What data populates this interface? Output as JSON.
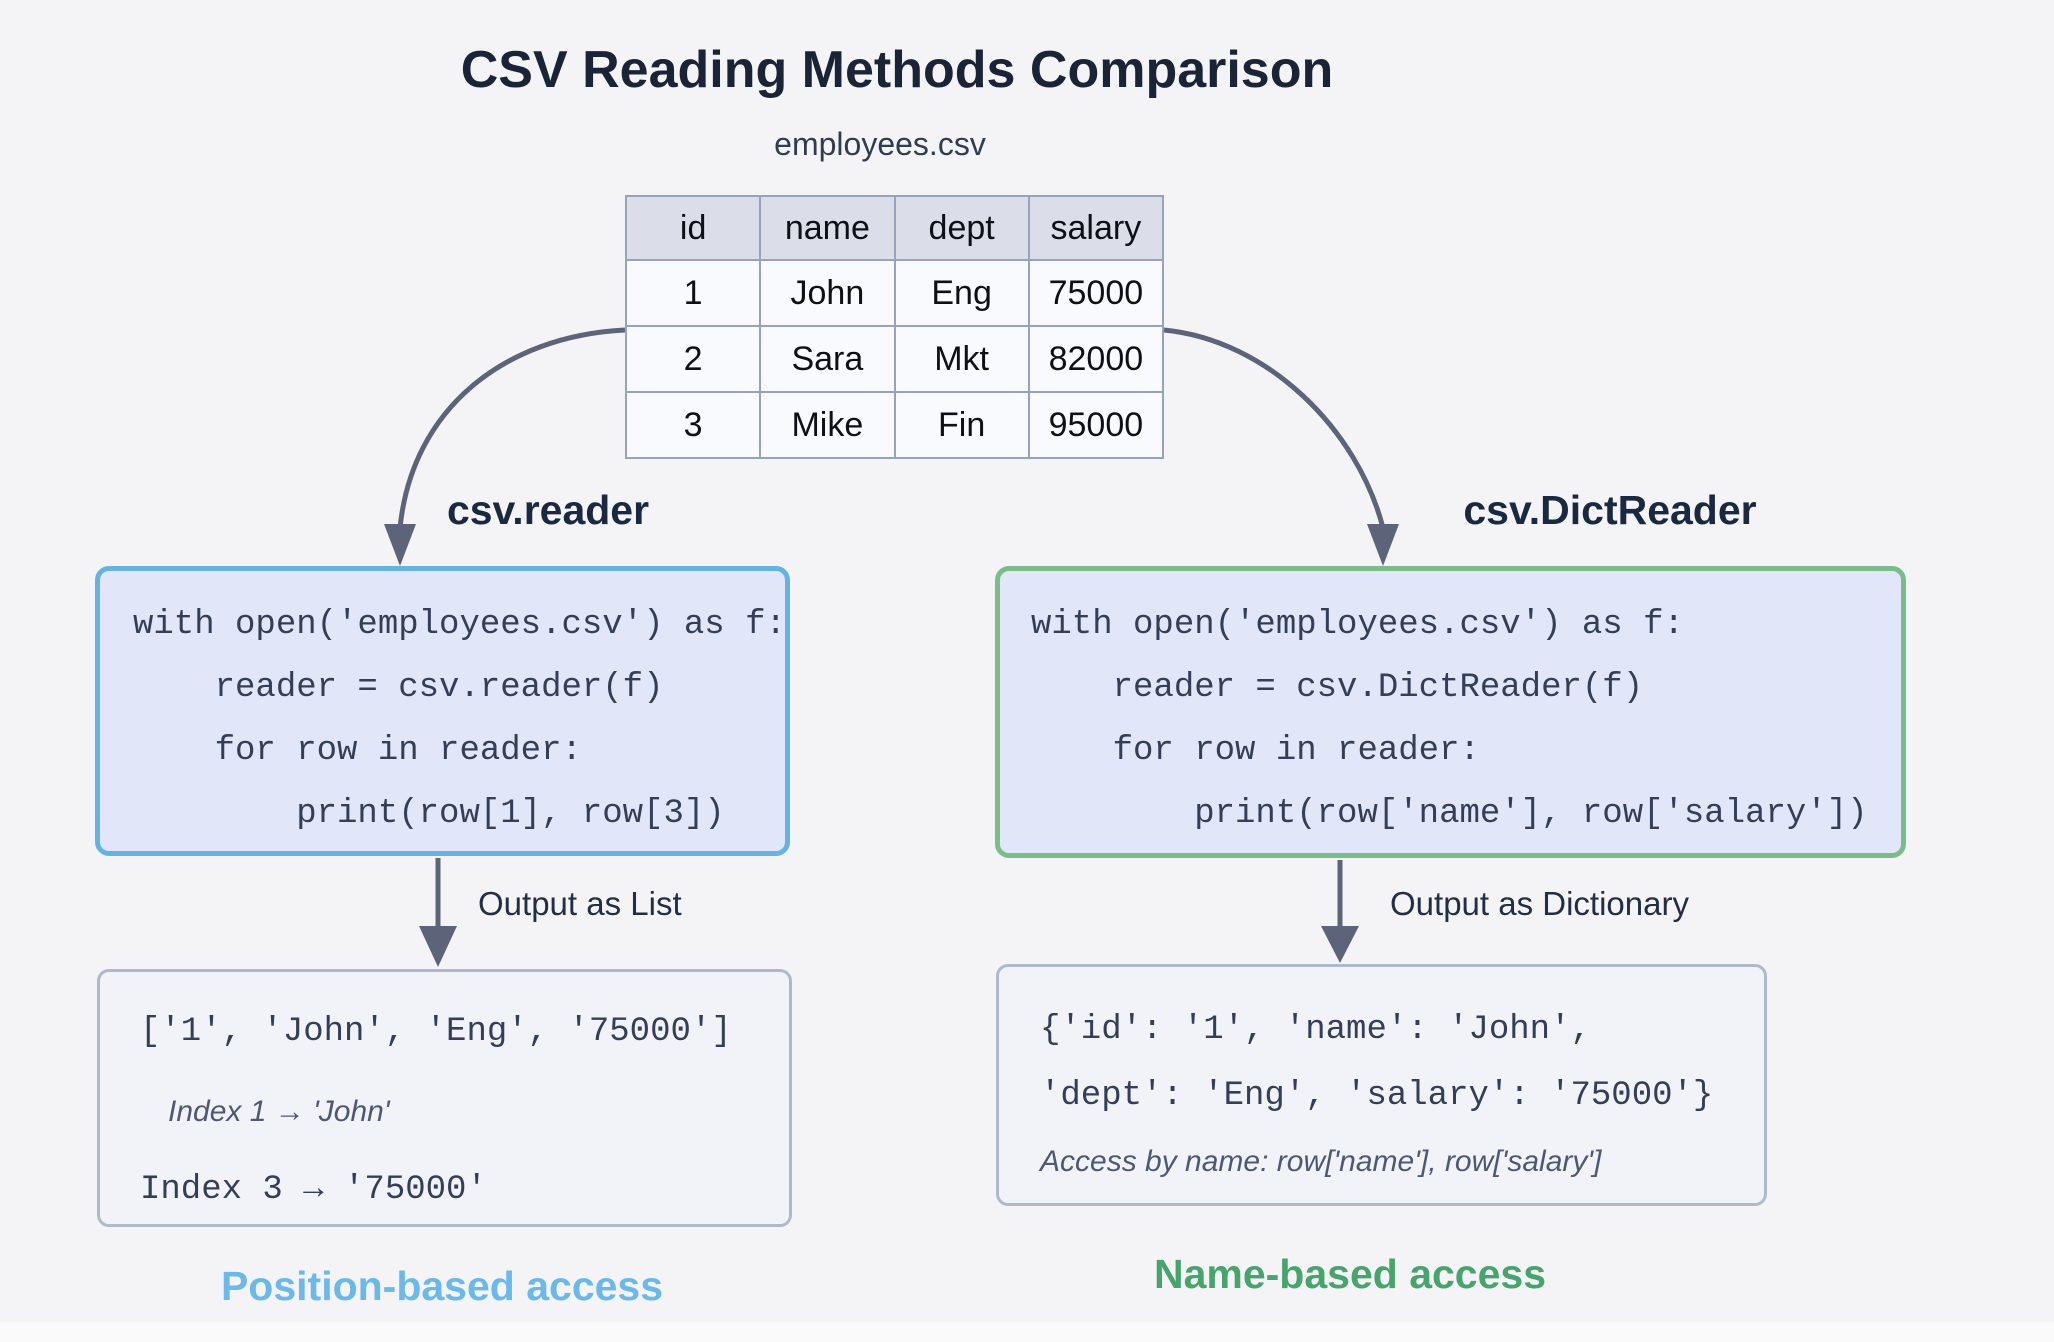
{
  "title": "CSV Reading Methods Comparison",
  "csv_file": {
    "label": "employees.csv",
    "headers": [
      "id",
      "name",
      "dept",
      "salary"
    ],
    "rows": [
      [
        "1",
        "John",
        "Eng",
        "75000"
      ],
      [
        "2",
        "Sara",
        "Mkt",
        "82000"
      ],
      [
        "3",
        "Mike",
        "Fin",
        "95000"
      ]
    ]
  },
  "reader": {
    "method_label": "csv.reader",
    "code": [
      "with open('employees.csv') as f:",
      "    reader = csv.reader(f)",
      "    for row in reader:",
      "        print(row[1], row[3])"
    ],
    "flow_label": "Output as List",
    "output": {
      "line1": "['1', 'John', 'Eng', '75000']",
      "note": "Index 1 → 'John'",
      "line3": "Index 3 → '75000'"
    },
    "access_label": "Position-based access"
  },
  "dict_reader": {
    "method_label": "csv.DictReader",
    "code": [
      "with open('employees.csv') as f:",
      "    reader = csv.DictReader(f)",
      "    for row in reader:",
      "        print(row['name'], row['salary'])"
    ],
    "flow_label": "Output as Dictionary",
    "output": {
      "line1": "{'id': '1', 'name': 'John',",
      "line2": "'dept': 'Eng', 'salary': '75000'}",
      "note": "Access by name: row['name'], row['salary']"
    },
    "access_label": "Name-based access"
  },
  "colors": {
    "background": "#f4f4f6",
    "title_text": "#1b2436",
    "code_box_fill": "#e1e7f8",
    "reader_accent": "#66b2e1",
    "dict_reader_accent": "#7abd8b",
    "output_box_fill": "#f1f3f8",
    "output_box_border": "#b0b8cb",
    "table_header_fill": "#dbdee8",
    "arrow": "#5d6479",
    "position_access_label": "#6cb8e7",
    "name_access_label": "#46a46c"
  }
}
